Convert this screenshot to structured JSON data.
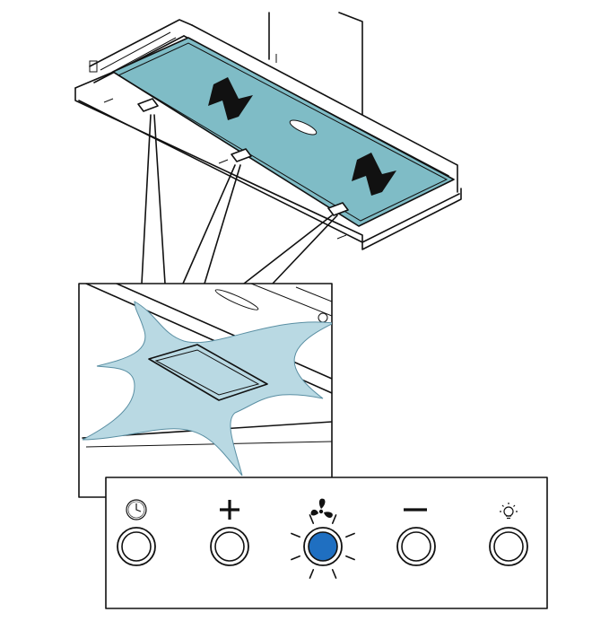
{
  "colors": {
    "filter_fill": "#7fbcc6",
    "filter_fill_light": "#a9d3da",
    "callout_fill": "#b9d9e3",
    "arrow": "#111111",
    "active_button": "#1f6fc1",
    "outline": "#111111"
  },
  "control_panel": {
    "buttons": [
      {
        "name": "timer-button",
        "icon": "clock-icon",
        "active": false
      },
      {
        "name": "plus-button",
        "icon": "plus-icon",
        "active": false
      },
      {
        "name": "fan-button",
        "icon": "fan-icon",
        "active": true,
        "blinking": true
      },
      {
        "name": "minus-button",
        "icon": "minus-icon",
        "active": false
      },
      {
        "name": "light-button",
        "icon": "light-bulb-icon",
        "active": false
      }
    ]
  }
}
